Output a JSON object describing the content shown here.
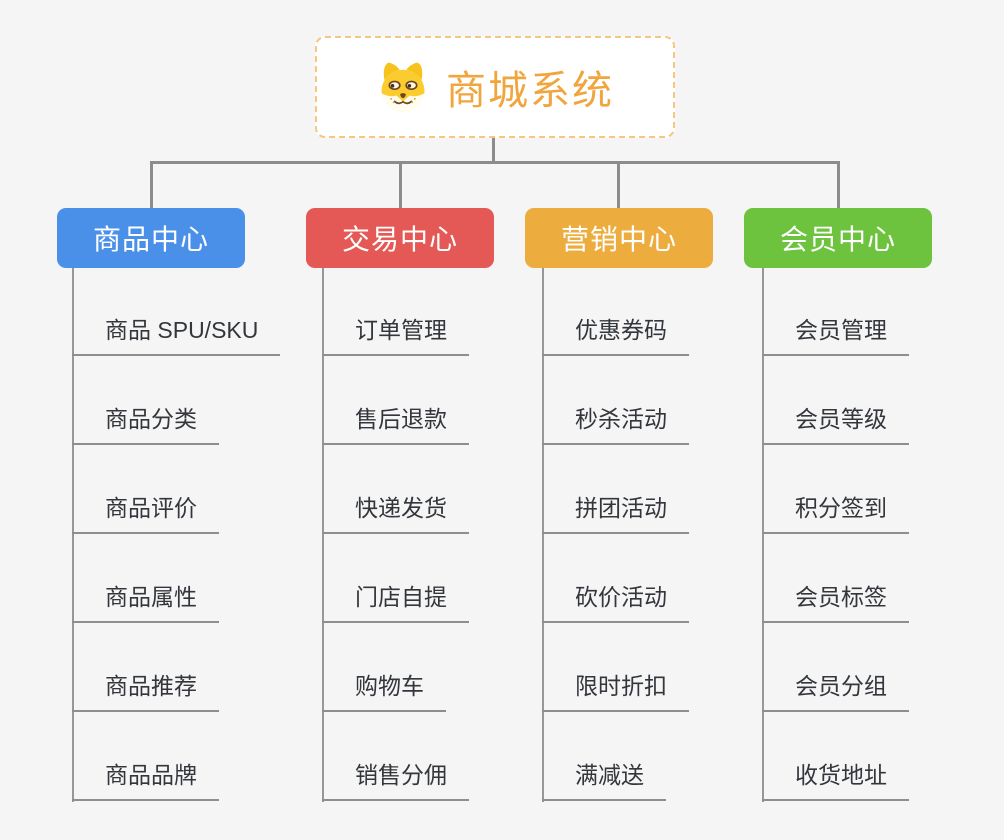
{
  "root": {
    "title": "商城系统",
    "icon": "shiba-dog-icon"
  },
  "branches": [
    {
      "label": "商品中心",
      "color": "#4a90e8",
      "children": [
        "商品 SPU/SKU",
        "商品分类",
        "商品评价",
        "商品属性",
        "商品推荐",
        "商品品牌"
      ]
    },
    {
      "label": "交易中心",
      "color": "#e45855",
      "children": [
        "订单管理",
        "售后退款",
        "快递发货",
        "门店自提",
        "购物车",
        "销售分佣"
      ]
    },
    {
      "label": "营销中心",
      "color": "#edad3e",
      "children": [
        "优惠券码",
        "秒杀活动",
        "拼团活动",
        "砍价活动",
        "限时折扣",
        "满减送"
      ]
    },
    {
      "label": "会员中心",
      "color": "#6dc23e",
      "children": [
        "会员管理",
        "会员等级",
        "积分签到",
        "会员标签",
        "会员分组",
        "收货地址"
      ]
    }
  ],
  "colors": {
    "background": "#f5f5f6",
    "root_title": "#f0a63c",
    "root_border": "#f6c77f",
    "connector_line": "#8c8c8c",
    "leaf_line": "#8e8e8e",
    "leaf_text": "#33363b"
  }
}
